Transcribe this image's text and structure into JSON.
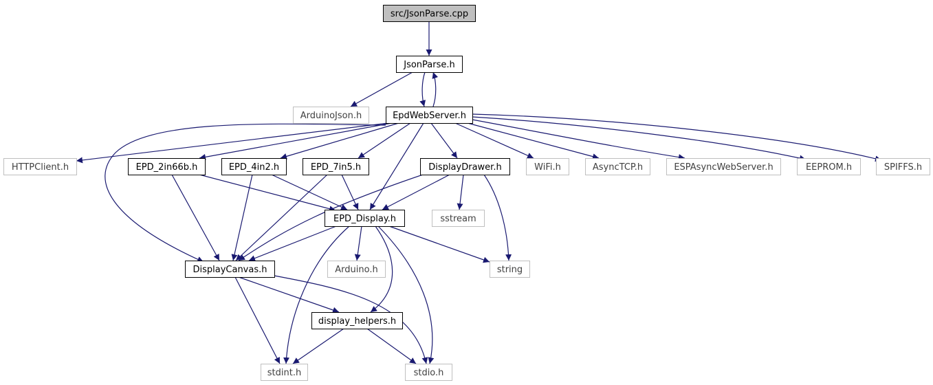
{
  "colors": {
    "edge": "#191970",
    "node_border": "#000000",
    "external_border": "#bfbfbf",
    "root_fill": "#bfbfbf",
    "text_dark": "#000000",
    "text_external": "#404040"
  },
  "nodes": {
    "json_parse_cpp": {
      "label": "src/JsonParse.cpp",
      "kind": "root"
    },
    "json_parse_h": {
      "label": "JsonParse.h",
      "kind": "internal"
    },
    "arduino_json_h": {
      "label": "ArduinoJson.h",
      "kind": "external"
    },
    "epd_web_server_h": {
      "label": "EpdWebServer.h",
      "kind": "internal"
    },
    "http_client_h": {
      "label": "HTTPClient.h",
      "kind": "external"
    },
    "epd_2in66b_h": {
      "label": "EPD_2in66b.h",
      "kind": "internal"
    },
    "epd_4in2_h": {
      "label": "EPD_4in2.h",
      "kind": "internal"
    },
    "epd_7in5_h": {
      "label": "EPD_7in5.h",
      "kind": "internal"
    },
    "display_drawer_h": {
      "label": "DisplayDrawer.h",
      "kind": "internal"
    },
    "wifi_h": {
      "label": "WiFi.h",
      "kind": "external"
    },
    "async_tcp_h": {
      "label": "AsyncTCP.h",
      "kind": "external"
    },
    "esp_async_web_server_h": {
      "label": "ESPAsyncWebServer.h",
      "kind": "external"
    },
    "eeprom_h": {
      "label": "EEPROM.h",
      "kind": "external"
    },
    "spiffs_h": {
      "label": "SPIFFS.h",
      "kind": "external"
    },
    "epd_display_h": {
      "label": "EPD_Display.h",
      "kind": "internal"
    },
    "sstream": {
      "label": "sstream",
      "kind": "external"
    },
    "display_canvas_h": {
      "label": "DisplayCanvas.h",
      "kind": "internal"
    },
    "arduino_h": {
      "label": "Arduino.h",
      "kind": "external"
    },
    "string": {
      "label": "string",
      "kind": "external"
    },
    "display_helpers_h": {
      "label": "display_helpers.h",
      "kind": "internal"
    },
    "stdint_h": {
      "label": "stdint.h",
      "kind": "external"
    },
    "stdio_h": {
      "label": "stdio.h",
      "kind": "external"
    }
  },
  "edges": [
    [
      "json_parse_cpp",
      "json_parse_h"
    ],
    [
      "json_parse_h",
      "arduino_json_h"
    ],
    [
      "json_parse_h",
      "epd_web_server_h"
    ],
    [
      "epd_web_server_h",
      "json_parse_h"
    ],
    [
      "epd_web_server_h",
      "http_client_h"
    ],
    [
      "epd_web_server_h",
      "epd_2in66b_h"
    ],
    [
      "epd_web_server_h",
      "epd_4in2_h"
    ],
    [
      "epd_web_server_h",
      "epd_7in5_h"
    ],
    [
      "epd_web_server_h",
      "display_drawer_h"
    ],
    [
      "epd_web_server_h",
      "wifi_h"
    ],
    [
      "epd_web_server_h",
      "async_tcp_h"
    ],
    [
      "epd_web_server_h",
      "esp_async_web_server_h"
    ],
    [
      "epd_web_server_h",
      "eeprom_h"
    ],
    [
      "epd_web_server_h",
      "spiffs_h"
    ],
    [
      "epd_web_server_h",
      "epd_display_h"
    ],
    [
      "epd_web_server_h",
      "display_canvas_h"
    ],
    [
      "epd_2in66b_h",
      "epd_display_h"
    ],
    [
      "epd_2in66b_h",
      "display_canvas_h"
    ],
    [
      "epd_4in2_h",
      "epd_display_h"
    ],
    [
      "epd_4in2_h",
      "display_canvas_h"
    ],
    [
      "epd_7in5_h",
      "epd_display_h"
    ],
    [
      "epd_7in5_h",
      "display_canvas_h"
    ],
    [
      "display_drawer_h",
      "epd_display_h"
    ],
    [
      "display_drawer_h",
      "display_canvas_h"
    ],
    [
      "display_drawer_h",
      "sstream"
    ],
    [
      "display_drawer_h",
      "string"
    ],
    [
      "epd_display_h",
      "display_canvas_h"
    ],
    [
      "epd_display_h",
      "arduino_h"
    ],
    [
      "epd_display_h",
      "string"
    ],
    [
      "epd_display_h",
      "display_helpers_h"
    ],
    [
      "epd_display_h",
      "stdint_h"
    ],
    [
      "epd_display_h",
      "stdio_h"
    ],
    [
      "display_canvas_h",
      "display_helpers_h"
    ],
    [
      "display_canvas_h",
      "stdint_h"
    ],
    [
      "display_canvas_h",
      "stdio_h"
    ],
    [
      "display_helpers_h",
      "stdint_h"
    ],
    [
      "display_helpers_h",
      "stdio_h"
    ]
  ]
}
